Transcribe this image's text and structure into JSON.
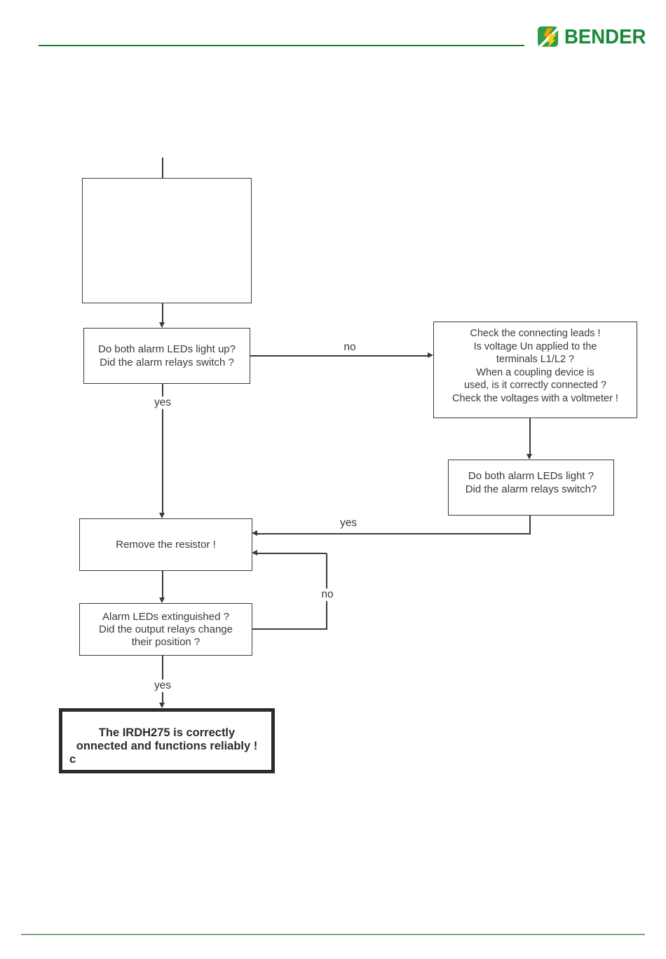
{
  "header": {
    "logo_text": "BENDER"
  },
  "flow": {
    "q_leds_up": {
      "line1": "Do both alarm LEDs light up?",
      "line2": "Did the alarm relays switch ?"
    },
    "check_leads": {
      "line1": "Check the connecting leads !",
      "line2": "Is voltage Un applied to the",
      "line3": "terminals L1/L2 ?",
      "line4": "When a coupling device is",
      "line5": "used, is it correctly connected ?",
      "line6": "Check the voltages with a voltmeter !"
    },
    "q_leds_light": {
      "line1": "Do both alarm LEDs light ?",
      "line2": "Did the alarm relays switch?"
    },
    "remove_resistor": {
      "line1": "Remove the resistor !"
    },
    "q_extinguished": {
      "line1": "Alarm LEDs extinguished ?",
      "line2": "Did the output relays change",
      "line3": "their position ?"
    },
    "result": {
      "line1": "The IRDH275 is correctly",
      "line2": "onnected and functions reliably !",
      "line3": "c"
    },
    "labels": {
      "no_top": "no",
      "yes_left": "yes",
      "yes_mid": "yes",
      "no_loop": "no",
      "yes_bottom": "yes"
    }
  },
  "colors": {
    "connector_line": "#3A3A3A",
    "header_rule": "#1F7A35",
    "footer_rule": "#7FA77F",
    "brand_green": "#17893B",
    "logo_green": "#2E9E46",
    "bolt_dark_yellow": "#F0A000",
    "bolt_bright_yellow": "#FFC913",
    "result_border": "#2B2B2B"
  }
}
